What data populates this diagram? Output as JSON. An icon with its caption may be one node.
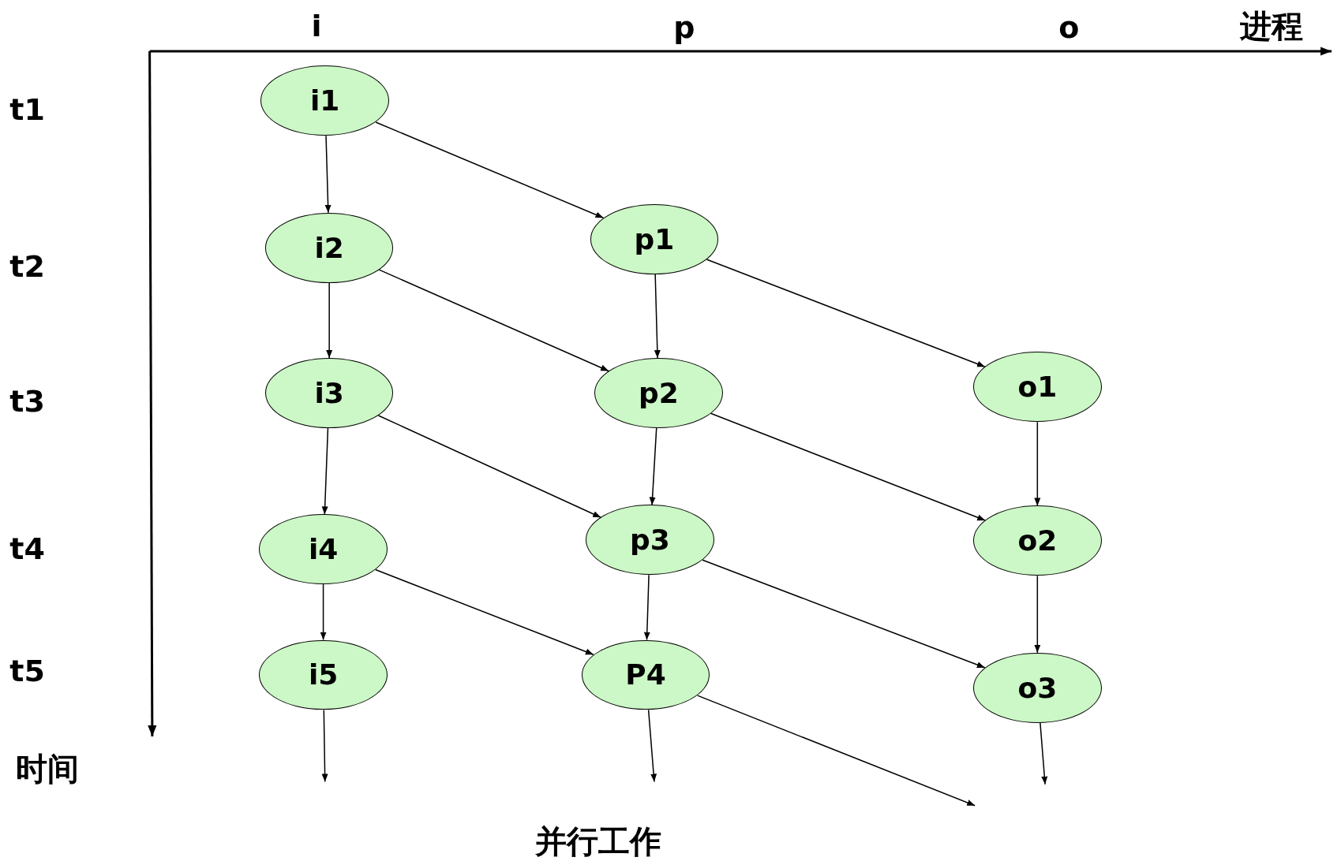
{
  "diagram": {
    "caption": "并行工作",
    "nodes": [
      {
        "text": [
          "i1"
        ]
      },
      {
        "text": [
          "i2"
        ]
      },
      {
        "text": [
          "p1"
        ]
      },
      {
        "text": [
          "i3"
        ]
      },
      {
        "text": [
          "p2"
        ]
      },
      {
        "text": [
          "o1"
        ]
      },
      {
        "text": [
          "i4"
        ]
      },
      {
        "text": [
          "p3"
        ]
      },
      {
        "text": [
          "o2"
        ]
      },
      {
        "text": [
          "i5"
        ]
      },
      {
        "text": [
          "P4"
        ]
      },
      {
        "text": [
          "o3"
        ]
      }
    ],
    "edges": [
      {
        "from": 0,
        "to": 1,
        "arrow": "to"
      },
      {
        "from": 0,
        "to": 2,
        "arrow": "to"
      },
      {
        "from": 1,
        "to": 3,
        "arrow": "to"
      },
      {
        "from": 1,
        "to": 4,
        "arrow": "to"
      },
      {
        "from": 2,
        "to": 4,
        "arrow": "to"
      },
      {
        "from": 2,
        "to": 5,
        "arrow": "to"
      },
      {
        "from": 3,
        "to": 6,
        "arrow": "to"
      },
      {
        "from": 3,
        "to": 7,
        "arrow": "to"
      },
      {
        "from": 4,
        "to": 7,
        "arrow": "to"
      },
      {
        "from": 4,
        "to": 8,
        "arrow": "to"
      },
      {
        "from": 5,
        "to": 8,
        "arrow": "to"
      },
      {
        "from": 6,
        "to": 9,
        "arrow": "to"
      },
      {
        "from": 6,
        "to": 10,
        "arrow": "to"
      },
      {
        "from": 7,
        "to": 10,
        "arrow": "to"
      },
      {
        "from": 7,
        "to": 11,
        "arrow": "to"
      },
      {
        "from": 8,
        "to": 11,
        "arrow": "to"
      },
      {
        "from": 9,
        "to": null,
        "arrow": "to"
      },
      {
        "from": 10,
        "to": null,
        "arrow": "to"
      },
      {
        "from": 10,
        "to": null,
        "arrow": "to"
      },
      {
        "from": 11,
        "to": null,
        "arrow": "to"
      }
    ],
    "labels": [
      "i",
      "p",
      "o",
      "进程",
      "t1",
      "t2",
      "t3",
      "t4",
      "t5",
      "时间"
    ]
  }
}
